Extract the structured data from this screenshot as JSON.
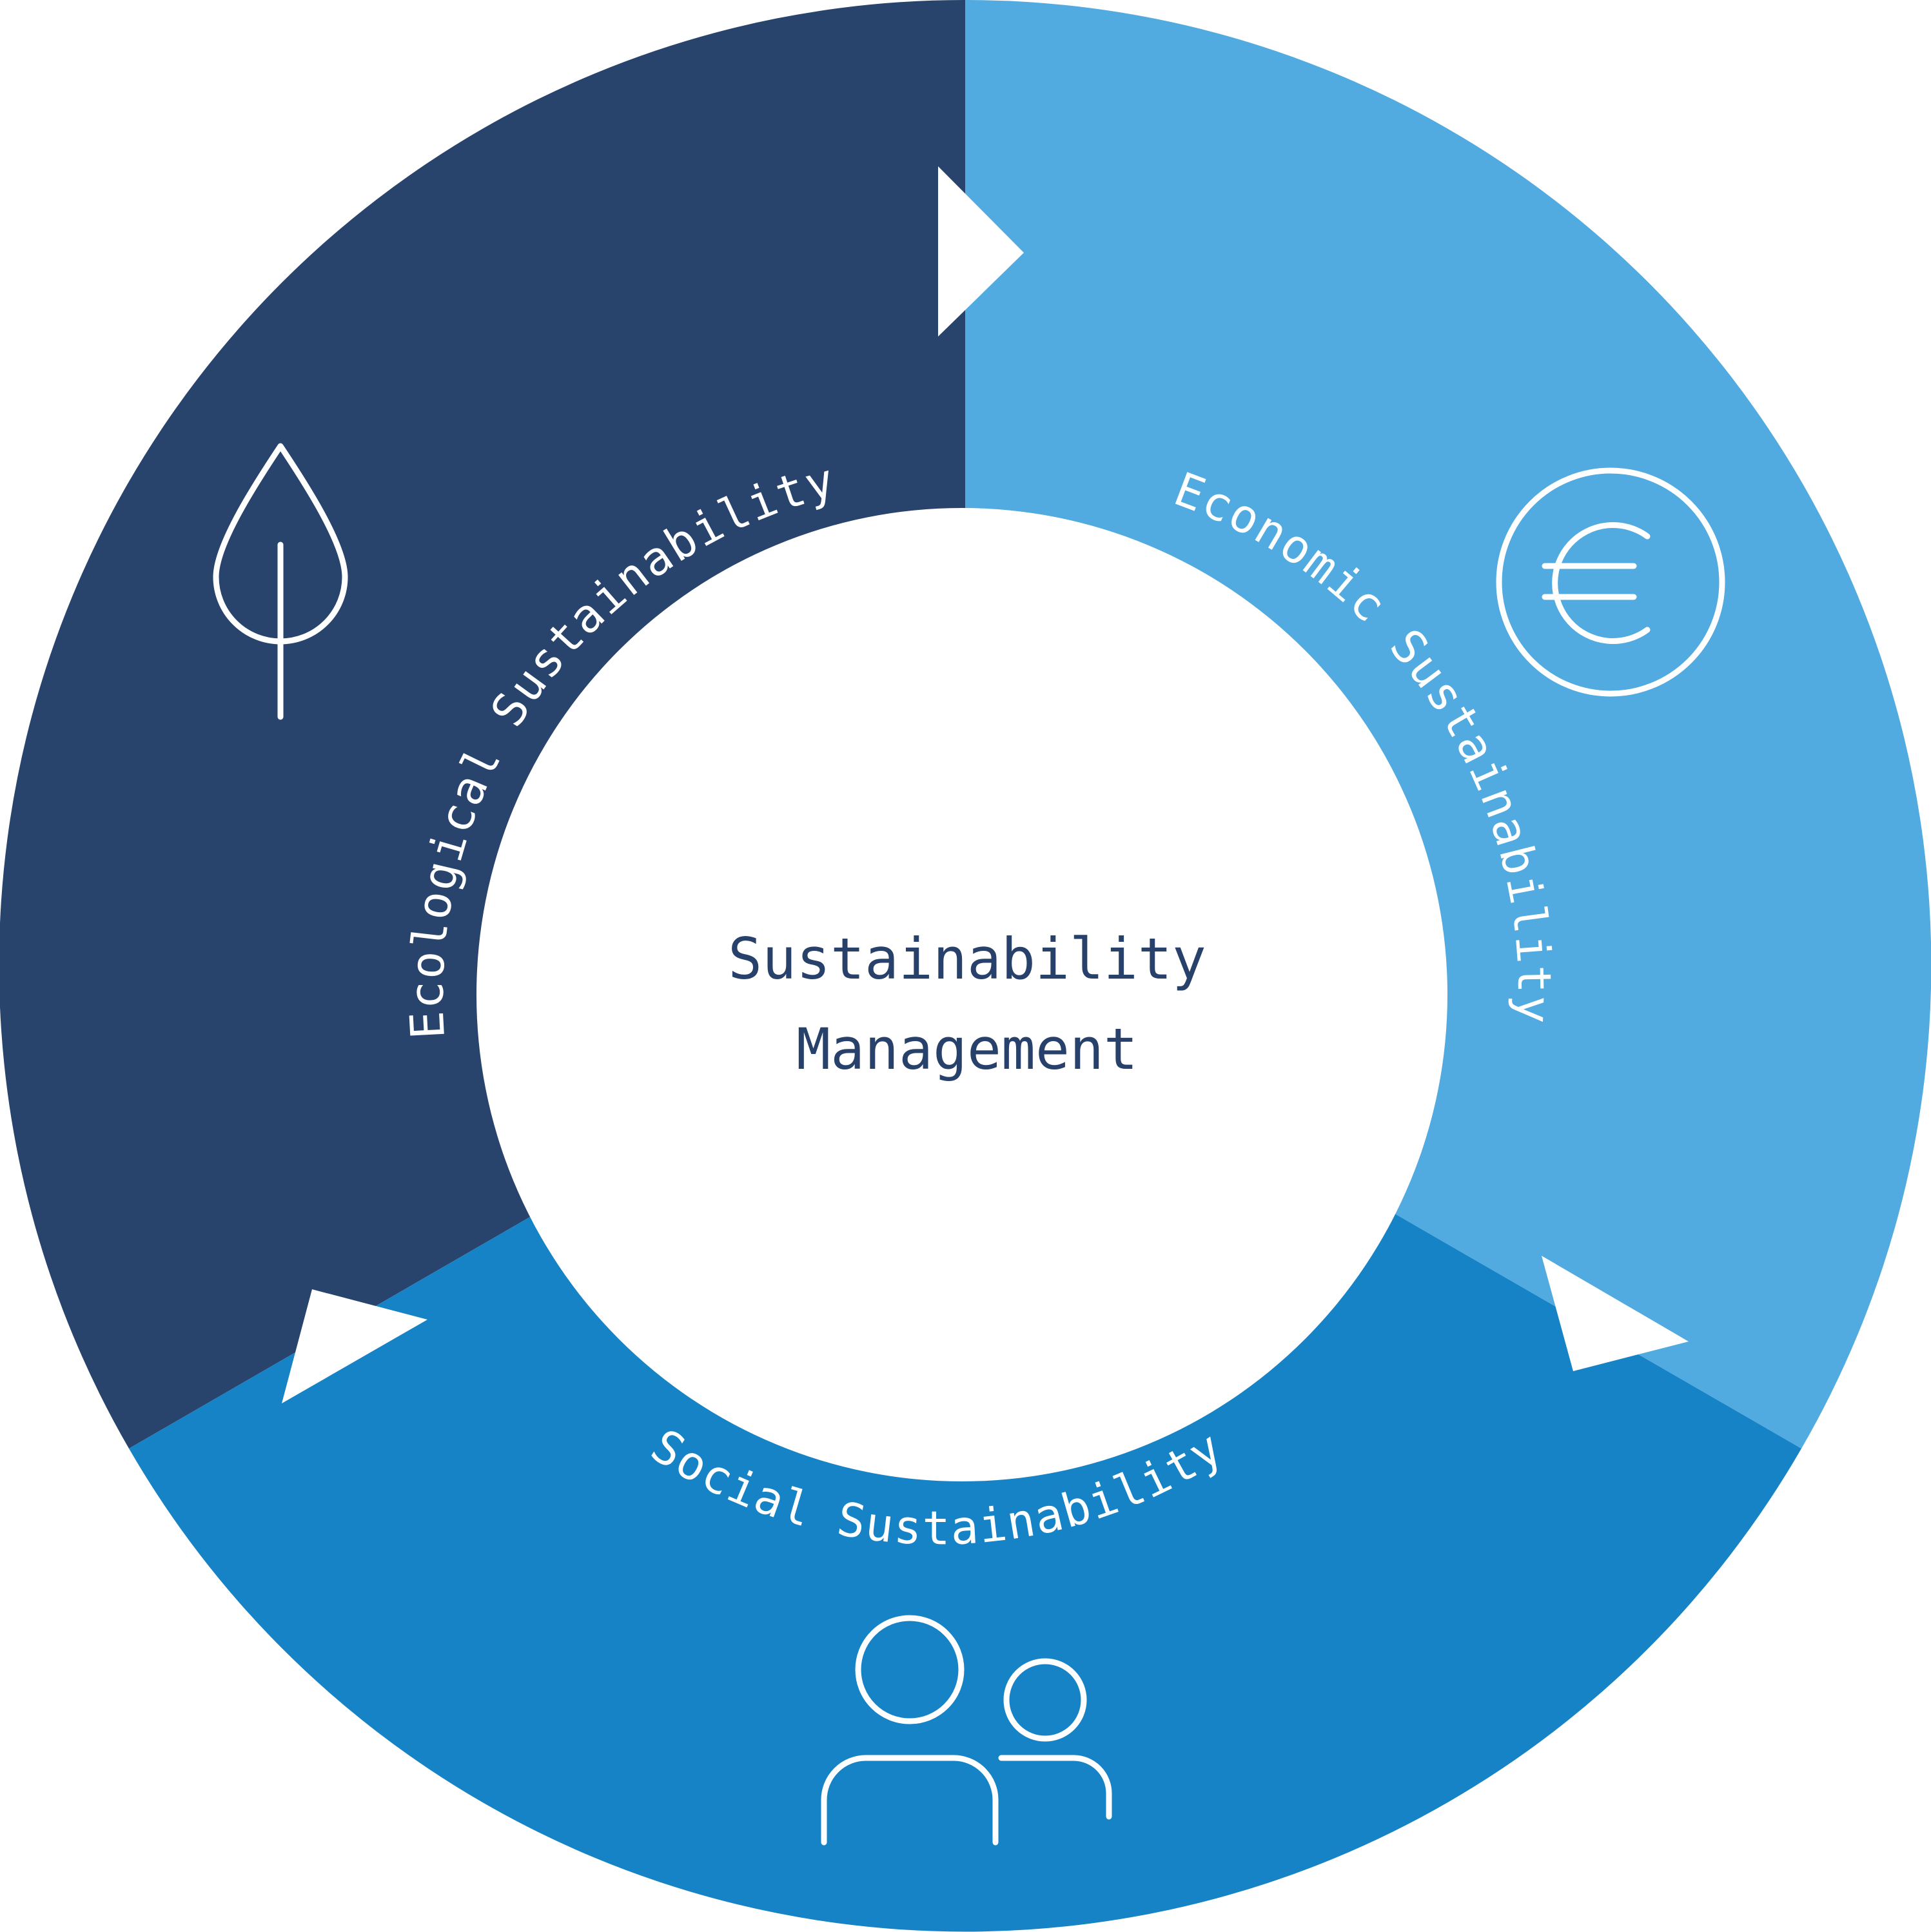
{
  "diagram": {
    "center": {
      "line1": "Sustainability",
      "line2": "Management"
    },
    "segments": [
      {
        "key": "ecological",
        "label": "Ecological Sustainability",
        "color": "#28446d",
        "icon": "leaf-icon"
      },
      {
        "key": "economic",
        "label": "Economic Sustainability",
        "color": "#52abe0",
        "icon": "euro-icon"
      },
      {
        "key": "social",
        "label": "Social Sustainability",
        "color": "#1683c6",
        "icon": "people-icon"
      }
    ],
    "colors": {
      "center_fill": "#ffffff",
      "center_text": "#28416a",
      "label_text": "#ffffff",
      "arrow": "#ffffff"
    }
  }
}
